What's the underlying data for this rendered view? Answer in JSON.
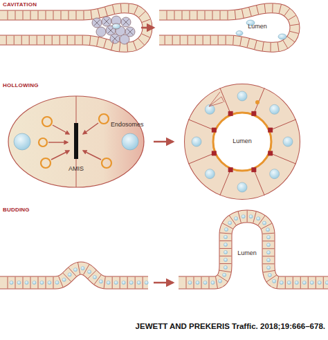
{
  "diagram": {
    "caption": "JEWETT AND PREKERIS Traffic. 2018;19:666–678.",
    "labels": [
      "CAVITATION",
      "Lumen",
      "HOLLOWING",
      "Endosomes",
      "AMIS",
      "Lumen",
      "BUDDING",
      "Lumen"
    ]
  }
}
